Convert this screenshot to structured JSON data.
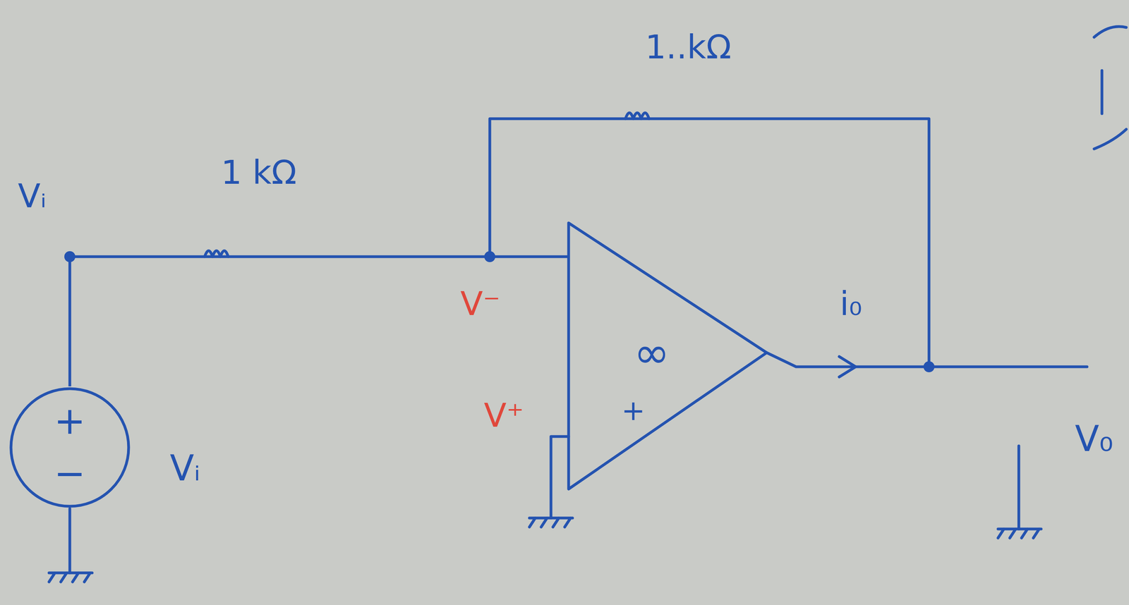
{
  "diagram": {
    "nodes": [
      {
        "text": [
          "+",
          "−"
        ]
      },
      {
        "text": [
          "∞",
          "+"
        ]
      }
    ],
    "edges": [
      {
        "from": 0,
        "to": 1,
        "arrow": "none"
      }
    ],
    "labels": [
      "Vᵢ",
      "1 kΩ",
      "1..kΩ",
      "V⁻",
      "V⁺",
      "i₀",
      "Vᵢ",
      "V₀"
    ]
  }
}
